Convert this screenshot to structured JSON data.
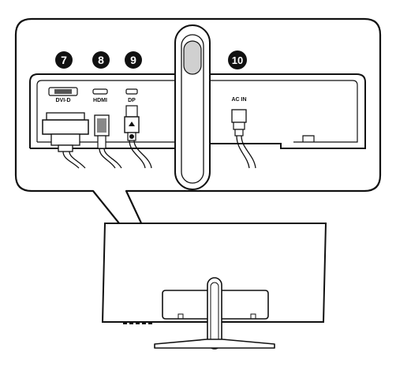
{
  "callouts": [
    {
      "number": "7",
      "port": "DVI-D"
    },
    {
      "number": "8",
      "port": "HDMI"
    },
    {
      "number": "9",
      "port": "DP"
    },
    {
      "number": "10",
      "port": "AC IN"
    }
  ],
  "colors": {
    "stroke": "#111111",
    "background": "#ffffff",
    "badge": "#111111"
  }
}
